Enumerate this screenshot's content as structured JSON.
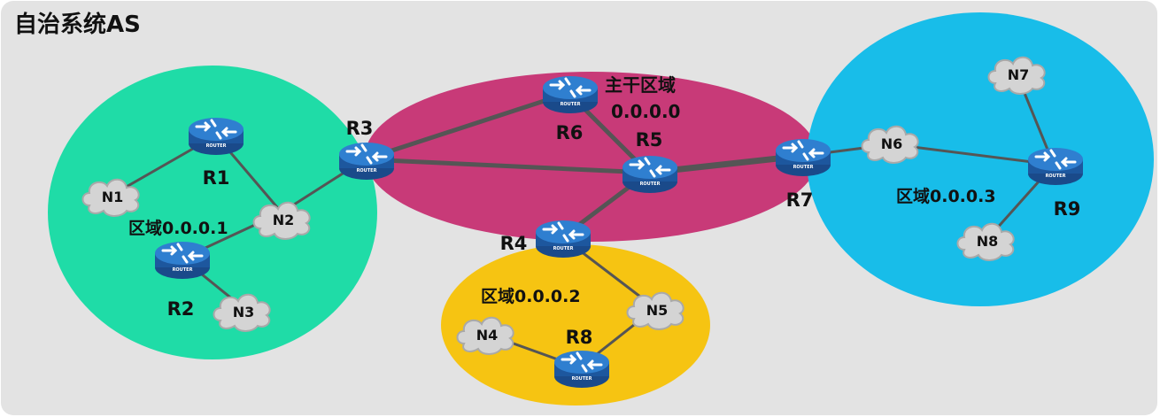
{
  "title": "自治系统AS",
  "areas": {
    "backbone": {
      "name": "主干区域",
      "id": "0.0.0.0",
      "color": "#c83a78"
    },
    "area1": {
      "label": "区域0.0.0.1",
      "color": "#1fdca7"
    },
    "area2": {
      "label": "区域0.0.0.2",
      "color": "#f6c412"
    },
    "area3": {
      "label": "区域0.0.0.3",
      "color": "#18bde9"
    }
  },
  "routers": {
    "R1": "R1",
    "R2": "R2",
    "R3": "R3",
    "R4": "R4",
    "R5": "R5",
    "R6": "R6",
    "R7": "R7",
    "R8": "R8",
    "R9": "R9"
  },
  "router_caption": "ROUTER",
  "networks": {
    "N1": "N1",
    "N2": "N2",
    "N3": "N3",
    "N4": "N4",
    "N5": "N5",
    "N6": "N6",
    "N7": "N7",
    "N8": "N8"
  },
  "icons": {
    "router": "router-icon",
    "network": "cloud-icon"
  }
}
